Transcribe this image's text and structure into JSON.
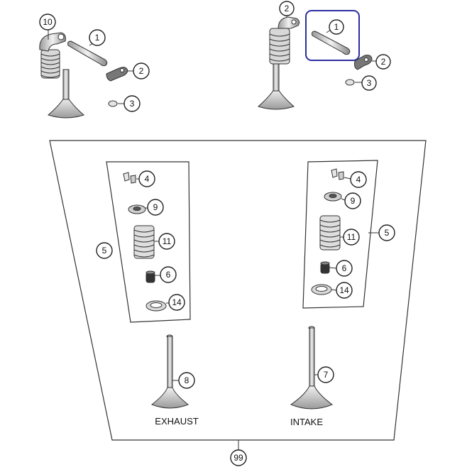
{
  "callouts": {
    "c10": "10",
    "c1_left": "1",
    "c2_left": "2",
    "c3_left": "3",
    "c2_right_top": "2",
    "c1_right": "1",
    "c2_right": "2",
    "c3_right": "3",
    "c4_ex": "4",
    "c9_ex": "9",
    "c5_ex": "5",
    "c11_ex": "11",
    "c6_ex": "6",
    "c14_ex": "14",
    "c8": "8",
    "c4_in": "4",
    "c9_in": "9",
    "c5_in": "5",
    "c11_in": "11",
    "c6_in": "6",
    "c14_in": "14",
    "c7": "7",
    "c99": "99"
  },
  "labels": {
    "exhaust": "EXHAUST",
    "intake": "INTAKE"
  },
  "highlight": {
    "color": "#2b2fa0",
    "target_callout": "1"
  }
}
